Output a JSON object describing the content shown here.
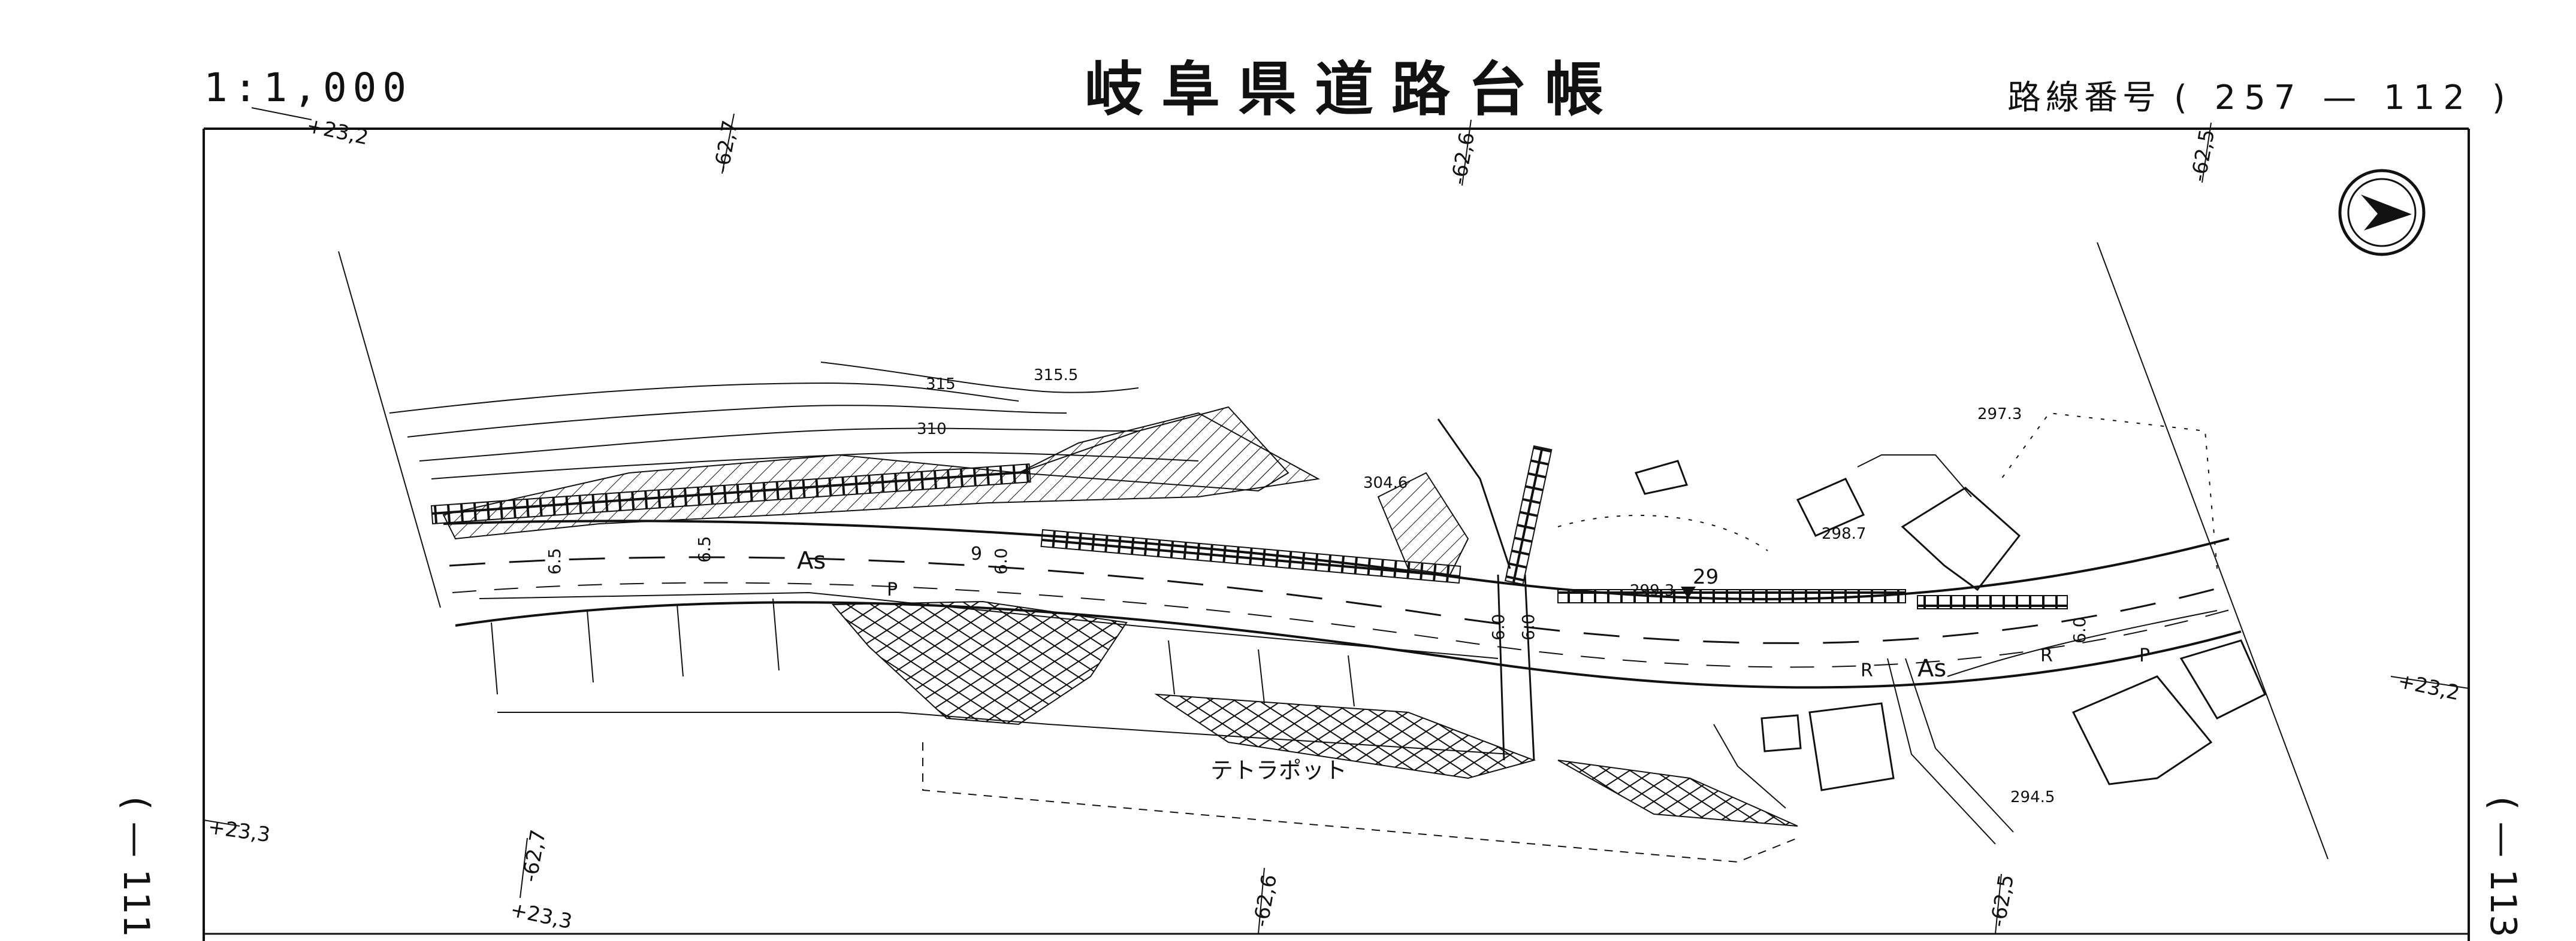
{
  "header": {
    "scale": "1:1,000",
    "title": "岐阜県道路台帳",
    "route_label": "路線番号",
    "route_number": "( 257 — 112 )"
  },
  "adjacent_sheets": {
    "left": "( — 111",
    "right": "( — 113"
  },
  "grid_labels": [
    "+23,2",
    "-62,7",
    "-62,6",
    "-62,5",
    "+23,2",
    "+23,3",
    "-62,7",
    "+23,3",
    "-62,6",
    "-62,5"
  ],
  "contours": [
    "315",
    "315.5",
    "310"
  ],
  "elevations": [
    "304.6",
    "298.7",
    "297.3",
    "299.3",
    "294.5"
  ],
  "road_labels": [
    "As",
    "As",
    "P",
    "P",
    "R",
    "R",
    "6.5",
    "6.5",
    "9",
    "6.0",
    "6.0",
    "6.0",
    "6.0"
  ],
  "place_labels": [
    "テトラポット",
    "29"
  ],
  "map_colors": {
    "ink": "#111111",
    "paper": "#ffffff"
  },
  "icons": [
    "north-arrow-icon"
  ]
}
